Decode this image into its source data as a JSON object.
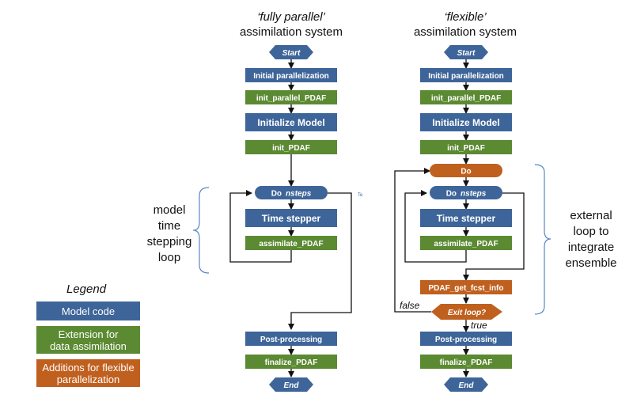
{
  "colors": {
    "model": "#3e6599",
    "extension": "#5b8a32",
    "flexible": "#c0601f",
    "line": "#111111",
    "brace": "#5b87c7"
  },
  "left": {
    "title_quote": "‘fully parallel’",
    "title_line2": "assimilation system",
    "nodes": {
      "start": "Start",
      "initial_parallelization": "Initial parallelization",
      "init_parallel_pdaf": "init_parallel_PDAF",
      "initialize_model": "Initialize Model",
      "init_pdaf": "init_PDAF",
      "do_nsteps_prefix": "Do",
      "do_nsteps_var": "nsteps",
      "time_stepper": "Time stepper",
      "assimilate_pdaf": "assimilate_PDAF",
      "post_processing": "Post-processing",
      "finalize_pdaf": "finalize_PDAF",
      "end": "End"
    },
    "stray_mark": "Te",
    "loop_label": [
      "model",
      "time",
      "stepping",
      "loop"
    ]
  },
  "right": {
    "title_quote": "‘flexible’",
    "title_line2": "assimilation system",
    "nodes": {
      "start": "Start",
      "initial_parallelization": "Initial parallelization",
      "init_parallel_pdaf": "init_parallel_PDAF",
      "initialize_model": "Initialize Model",
      "init_pdaf": "init_PDAF",
      "do": "Do",
      "do_nsteps_prefix": "Do",
      "do_nsteps_var": "nsteps",
      "time_stepper": "Time stepper",
      "assimilate_pdaf": "assimilate_PDAF",
      "pdaf_get_fcst_info": "PDAF_get_fcst_info",
      "exit_loop": "Exit loop?",
      "post_processing": "Post-processing",
      "finalize_pdaf": "finalize_PDAF",
      "end": "End"
    },
    "false_label": "false",
    "true_label": "true",
    "loop_label": [
      "external",
      "loop to",
      "integrate",
      "ensemble"
    ]
  },
  "legend": {
    "title": "Legend",
    "model_code": "Model code",
    "extension_line1": "Extension for",
    "extension_line2": "data assimilation",
    "flexible_line1": "Additions for flexible",
    "flexible_line2": "parallelization"
  }
}
